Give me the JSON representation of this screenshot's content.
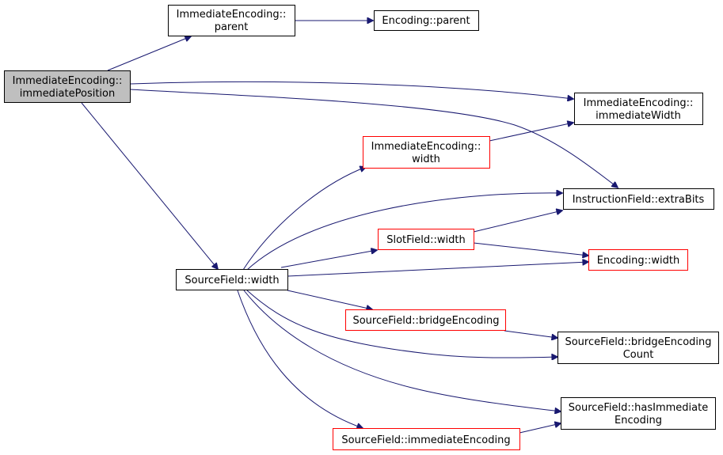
{
  "colors": {
    "edge": "#191970",
    "box_border_default": "#000000",
    "box_border_incomplete": "#ff0000",
    "root_fill": "#bfbfbf",
    "background": "#ffffff"
  },
  "nodes": {
    "root": {
      "lines": [
        "ImmediateEncoding::",
        "immediatePosition"
      ]
    },
    "ie_parent": {
      "lines": [
        "ImmediateEncoding::",
        "parent"
      ]
    },
    "enc_parent": {
      "lines": [
        "Encoding::parent"
      ]
    },
    "ie_immwidth": {
      "lines": [
        "ImmediateEncoding::",
        "immediateWidth"
      ]
    },
    "ie_width": {
      "lines": [
        "ImmediateEncoding::",
        "width"
      ]
    },
    "if_extrabits": {
      "lines": [
        "InstructionField::extraBits"
      ]
    },
    "slot_width": {
      "lines": [
        "SlotField::width"
      ]
    },
    "enc_width": {
      "lines": [
        "Encoding::width"
      ]
    },
    "sf_width": {
      "lines": [
        "SourceField::width"
      ]
    },
    "sf_bridge": {
      "lines": [
        "SourceField::bridgeEncoding"
      ]
    },
    "sf_bridgecount": {
      "lines": [
        "SourceField::bridgeEncoding",
        "Count"
      ]
    },
    "sf_hasimm": {
      "lines": [
        "SourceField::hasImmediate",
        "Encoding"
      ]
    },
    "sf_immenc": {
      "lines": [
        "SourceField::immediateEncoding"
      ]
    }
  }
}
